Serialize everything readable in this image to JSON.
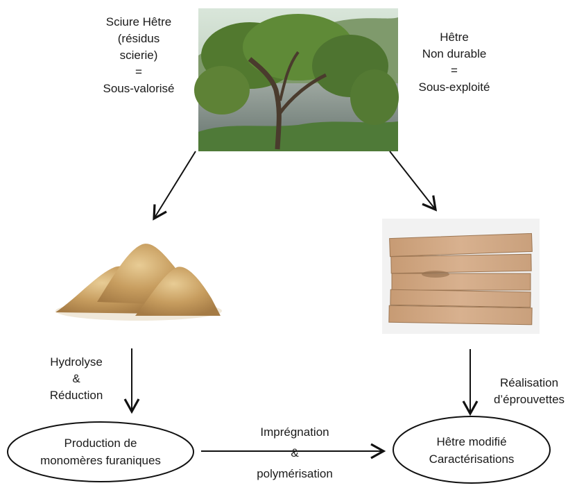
{
  "left_top_text": [
    "Sciure Hêtre",
    "(résidus",
    "scierie)",
    "=",
    "Sous-valorisé"
  ],
  "right_top_text": [
    "Hêtre",
    "Non durable",
    "=",
    "Sous-exploité"
  ],
  "left_step_text": [
    "Hydrolyse",
    "&",
    "Réduction"
  ],
  "right_step_text": [
    "Réalisation",
    "d’éprouvettes"
  ],
  "middle_step_text": [
    "Imprégnation",
    "&",
    "polymérisation"
  ],
  "left_node_text": [
    "Production de",
    "monomères furaniques"
  ],
  "right_node_text": [
    "Hêtre modifié",
    "Caractérisations"
  ]
}
